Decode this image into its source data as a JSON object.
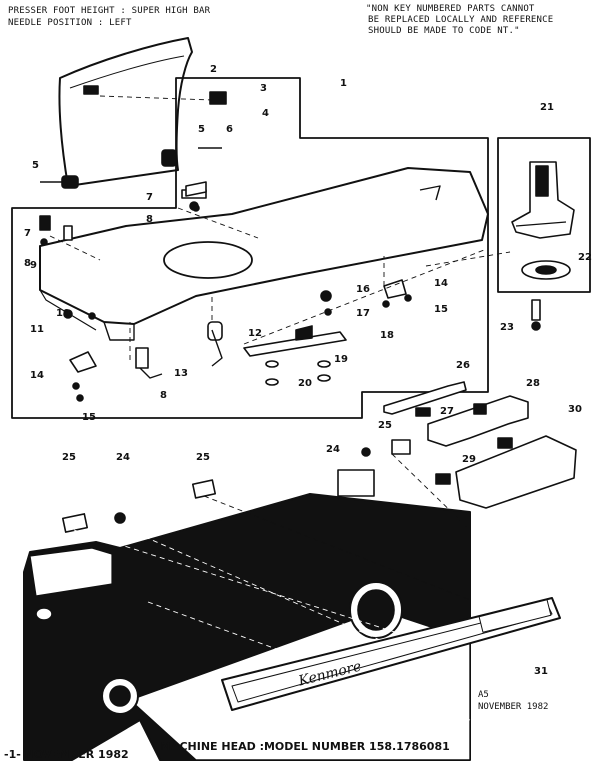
{
  "header": {
    "left_line_1": "PRESSER FOOT HEIGHT : SUPER HIGH BAR",
    "left_line_2": "NEEDLE POSITION : LEFT",
    "note_line_1": "\"NON KEY NUMBERED PARTS CANNOT",
    "note_line_2": "BE REPLACED LOCALLY AND REFERENCE",
    "note_line_3": "SHOULD BE MADE TO CODE NT.\""
  },
  "brand_plate": "Kenmore",
  "panel_stamp": {
    "code": "A5",
    "date": "NOVEMBER 1982"
  },
  "footer": {
    "date": "-1- NOVEMBER 1982",
    "title": "MACHINE HEAD :MODEL NUMBER 158.1786081"
  },
  "callouts": [
    "1",
    "2",
    "3",
    "4",
    "5",
    "5",
    "6",
    "7",
    "7",
    "8",
    "8",
    "8",
    "9",
    "10",
    "11",
    "12",
    "13",
    "14",
    "14",
    "15",
    "15",
    "16",
    "17",
    "18",
    "19",
    "20",
    "21",
    "22",
    "23",
    "24",
    "24",
    "25",
    "25",
    "25",
    "26",
    "27",
    "28",
    "29",
    "30",
    "31"
  ],
  "colors": {
    "ink": "#111111",
    "paper": "#ffffff"
  }
}
